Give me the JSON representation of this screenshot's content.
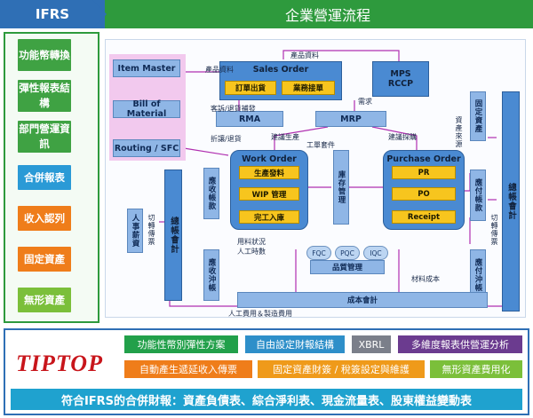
{
  "header": {
    "left_label": "IFRS",
    "title": "企業營運流程"
  },
  "sidebar": {
    "items": [
      {
        "label": "功能幣轉換",
        "color": "#3fa243"
      },
      {
        "label": "彈性報表結構",
        "color": "#3fa243"
      },
      {
        "label": "部門營運資訊",
        "color": "#3fa243"
      },
      {
        "label": "合併報表",
        "color": "#2a9ad6"
      },
      {
        "label": "收入認列",
        "color": "#ef7d1a"
      },
      {
        "label": "固定資產",
        "color": "#ef7d1a"
      },
      {
        "label": "無形資產",
        "color": "#7bbf3a"
      }
    ]
  },
  "diagram": {
    "item_master": "Item Master",
    "bill_of_material": "Bill of Material",
    "routing_sfc": "Routing / SFC",
    "sales_order": "Sales Order",
    "so_order_out": "訂單出貨",
    "so_biz_report": "業務接單",
    "mps_rccp": "MPS\nRCCP",
    "rma": "RMA",
    "mrp": "MRP",
    "work_order": "Work Order",
    "wo_issue": "生產發料",
    "wo_wip": "WIP 管理",
    "wo_complete": "完工入庫",
    "inventory": "庫存管理",
    "purchase_order": "Purchase Order",
    "po_pr": "PR",
    "po_po": "PO",
    "po_receipt": "Receipt",
    "fqc": "FQC",
    "pqc": "PQC",
    "iqc": "IQC",
    "quality": "品質管理",
    "cost_accounting": "成本會計",
    "hr_salary": "人事薪資",
    "gl_left": "總帳會計",
    "ar_account": "應收帳款",
    "ar_settle": "應收沖帳",
    "ap_account": "應付帳款",
    "ap_settle": "應付沖帳",
    "fixed_assets": "固定資產",
    "gl_right": "總帳會計",
    "lbl_product_data_top": "產品資料",
    "lbl_product_data": "產品資料",
    "lbl_customer_credit": "客訴/退貨補發",
    "lbl_demand": "需求",
    "lbl_new_return": "折讓/退貨",
    "lbl_build_order": "建議生產",
    "lbl_build_purchase": "建議採購",
    "lbl_work_order_set": "工單套件",
    "lbl_purchase_source": "資產來源",
    "lbl_transfer_a": "切轉傳票",
    "lbl_transfer_b": "切轉傳票",
    "lbl_dept_labor": "用料狀況\n人工時數",
    "lbl_material_cost": "材料成本",
    "lbl_labor_cost": "人工費用＆製造費用"
  },
  "tags": {
    "row1": [
      "功能性幣別彈性方案",
      "自由設定財報結構",
      "XBRL",
      "多維度報表供營運分析"
    ],
    "row2": [
      "自動產生遞延收入傳票",
      "固定資產財簽 / 稅簽設定與維護",
      "無形資產費用化"
    ],
    "row1_colors": [
      "#22a04a",
      "#2e8fc9",
      "#7b7f8a",
      "#6b3b8f"
    ],
    "row2_colors": [
      "#ef7d1a",
      "#ef9a1a",
      "#7bbf3a"
    ]
  },
  "logo_text": "TIPTOP",
  "bottom_bar": "符合IFRS的合併財報：資產負債表、綜合淨利表、現金流量表、股東權益變動表"
}
